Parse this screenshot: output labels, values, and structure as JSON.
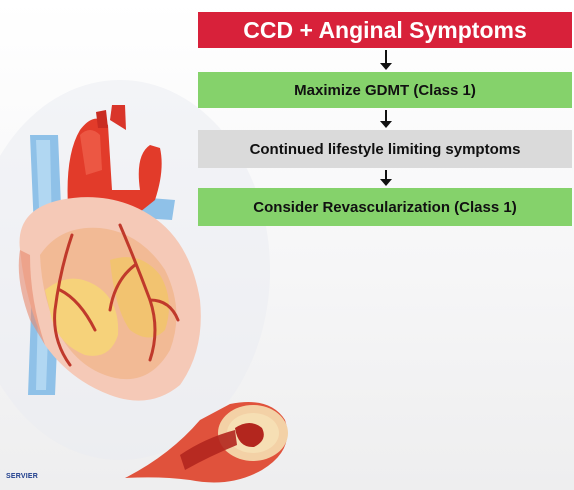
{
  "diagram": {
    "title": "CCD + Anginal Symptoms",
    "steps": [
      {
        "label": "Maximize GDMT (Class 1)",
        "color": "#85d26b"
      },
      {
        "label": "Continued lifestyle limiting symptoms",
        "color": "#dadada"
      },
      {
        "label": "Consider Revascularization (Class 1)",
        "color": "#85d26b"
      }
    ],
    "title_color": "#d8213a",
    "arrow_color": "#111111"
  },
  "footer": {
    "logo_text": "SERVIER"
  }
}
